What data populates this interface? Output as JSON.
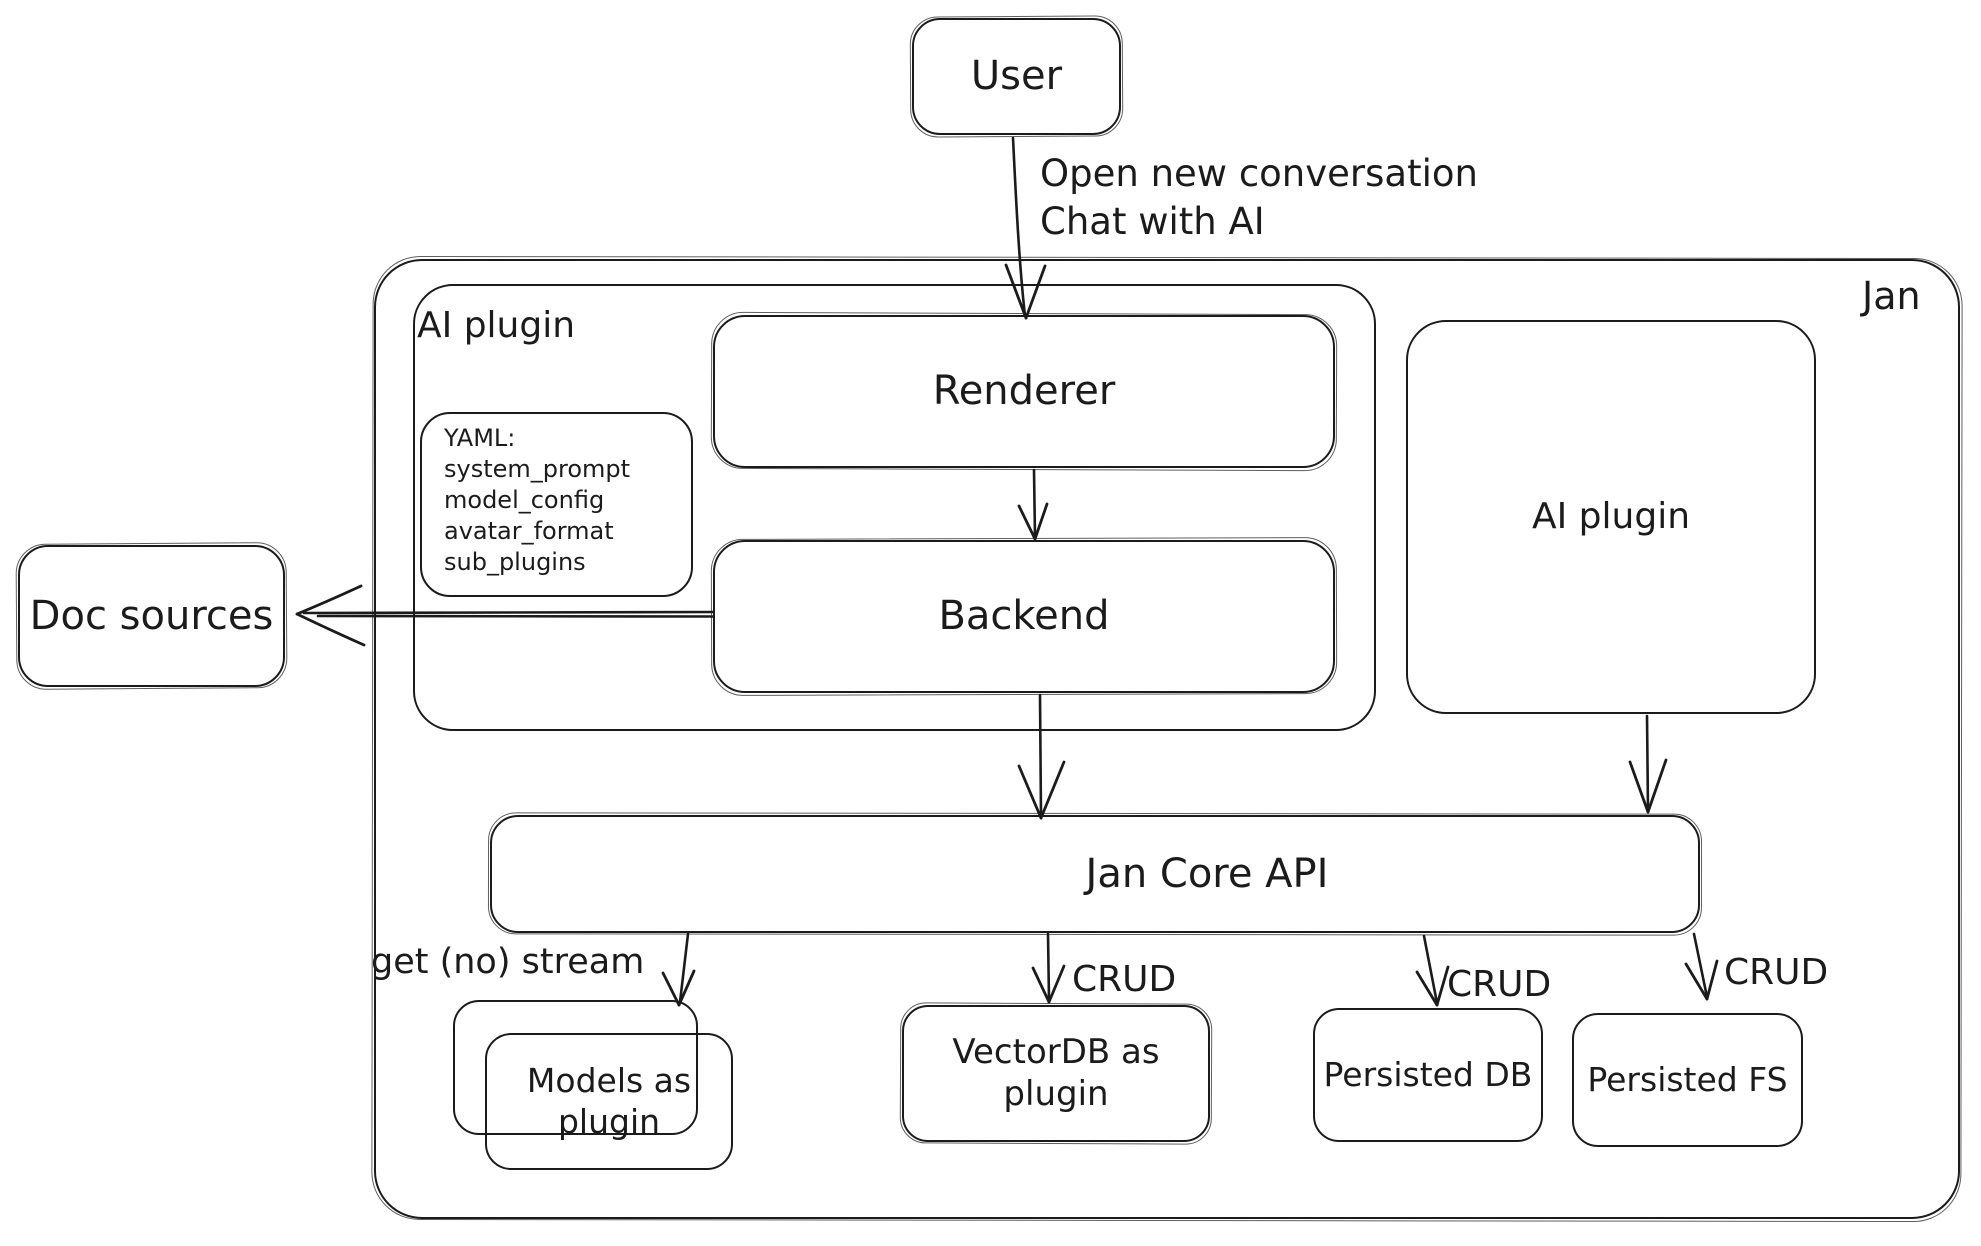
{
  "diagram": {
    "colors": {
      "stroke": "#1b1b1b",
      "background": "#ffffff"
    },
    "nodes": {
      "jan_container": {
        "label": "Jan"
      },
      "user": {
        "label": "User"
      },
      "ai_plugin_group": {
        "label": "AI plugin"
      },
      "renderer": {
        "label": "Renderer"
      },
      "backend": {
        "label": "Backend"
      },
      "yaml_note": {
        "text": "YAML:\nsystem_prompt\nmodel_config\navatar_format\nsub_plugins"
      },
      "ai_plugin_right": {
        "label": "AI plugin"
      },
      "doc_sources": {
        "label": "Doc sources"
      },
      "jan_core_api": {
        "label": "Jan Core API"
      },
      "models_as_plugin": {
        "label": "Models as\nplugin"
      },
      "vectordb_as_plugin": {
        "label": "VectorDB as\nplugin"
      },
      "persisted_db": {
        "label": "Persisted DB"
      },
      "persisted_fs": {
        "label": "Persisted FS"
      }
    },
    "edges": {
      "user_to_renderer": {
        "label": "Open new conversation\nChat with AI"
      },
      "jan_core_api_to_models": {
        "label": "get (no) stream"
      },
      "jan_core_api_to_vectordb": {
        "label": "CRUD"
      },
      "jan_core_api_to_persisted_db": {
        "label": "CRUD"
      },
      "jan_core_api_to_persisted_fs": {
        "label": "CRUD"
      }
    }
  }
}
